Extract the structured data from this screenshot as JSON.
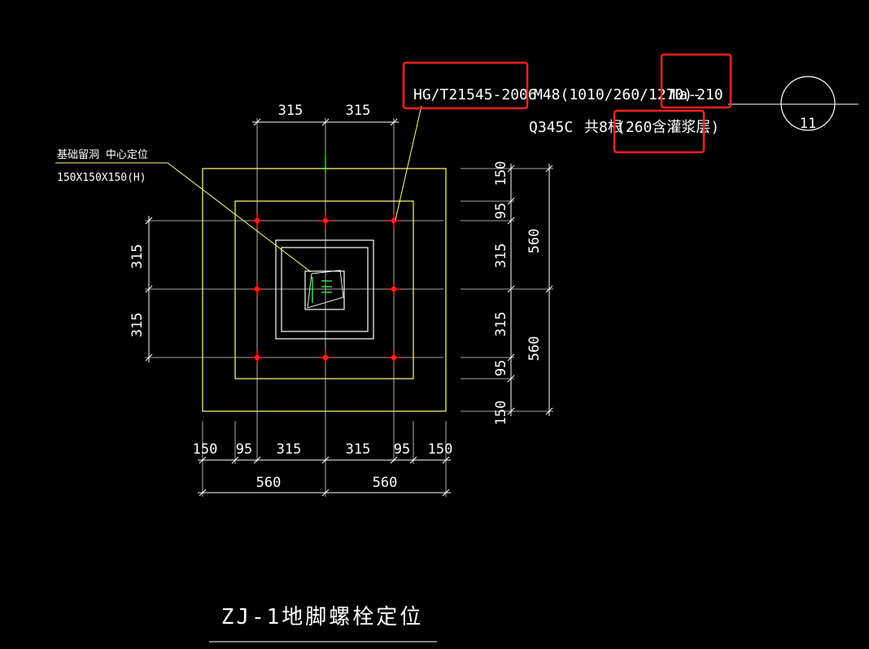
{
  "annotations": {
    "spec_standard": "HG/T21545-2006",
    "spec_bolt": "M48(1010/260/1270)-",
    "spec_plate": "Ⅲa-210",
    "material": "Q345C",
    "count": "共8根",
    "grout": "(260含灌浆层)",
    "grid_bubble": "11",
    "hole_note_line1": "基础留洞 中心定位",
    "hole_note_line2": "150X150X150(H)"
  },
  "dimensions": {
    "top": [
      "315",
      "315"
    ],
    "left": [
      "315",
      "315"
    ],
    "right": [
      "150",
      "95",
      "315",
      "315",
      "95",
      "150"
    ],
    "right_total": [
      "560",
      "560"
    ],
    "bottom": [
      "150",
      "95",
      "315",
      "315",
      "95",
      "150"
    ],
    "bottom_total": [
      "560",
      "560"
    ]
  },
  "title": "ZJ-1地脚螺栓定位",
  "colors": {
    "background": "#000000",
    "outline": "#ffff80",
    "dimension": "#ffffff",
    "bolt": "#ff2020",
    "highlight": "#ff2020",
    "hole": "#40ff40"
  }
}
